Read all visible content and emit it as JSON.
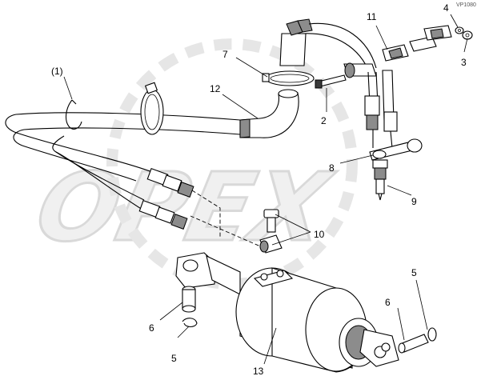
{
  "corner_code": "VP1080",
  "watermark": {
    "text": "OPEX"
  },
  "callouts": {
    "c1": "(1)",
    "c2": "2",
    "c3": "3",
    "c4": "4",
    "c5a": "5",
    "c5b": "5",
    "c6a": "6",
    "c6b": "6",
    "c7": "7",
    "c8": "8",
    "c9": "9",
    "c10": "10",
    "c11": "11",
    "c12": "12",
    "c13": "13"
  },
  "colors": {
    "line": "#000000",
    "watermark_fill": "#f0f0f0",
    "watermark_stroke": "#d9d9d9",
    "shading": "#8c8c8c"
  }
}
